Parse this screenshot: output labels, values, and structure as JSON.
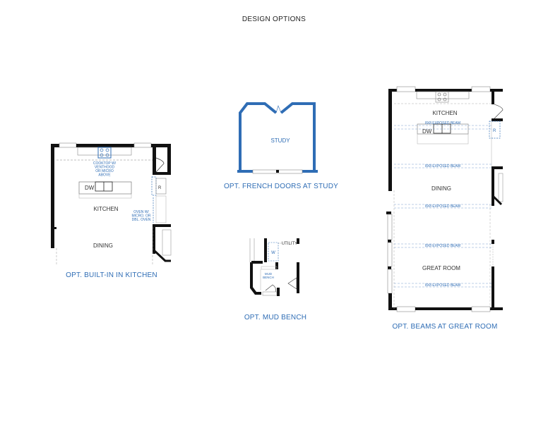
{
  "page": {
    "title": "DESIGN OPTIONS"
  },
  "options": [
    {
      "id": "built-in-kitchen",
      "caption": "OPT. BUILT-IN IN KITCHEN",
      "rooms": {
        "kitchen": "KITCHEN",
        "dining": "DINING"
      },
      "fixtures": {
        "dishwasher": "DW",
        "refrigerator": "R"
      },
      "notes": {
        "cooktop": [
          "COOKTOP W/",
          "VENTHOOD",
          "OR MICRO",
          "ABOVE"
        ],
        "oven": [
          "OVEN W/",
          "MICRO. OR",
          "DBL. OVEN"
        ]
      }
    },
    {
      "id": "french-doors-study",
      "caption": "OPT. FRENCH DOORS AT STUDY",
      "rooms": {
        "study": "STUDY"
      }
    },
    {
      "id": "mud-bench",
      "caption": "OPT. MUD BENCH",
      "rooms": {
        "utility": "UTILITY"
      },
      "fixtures": {
        "washer": "W"
      },
      "notes": {
        "mud_bench": [
          "MUD",
          "BENCH"
        ]
      }
    },
    {
      "id": "beams-great-room",
      "caption": "OPT. BEAMS AT GREAT ROOM",
      "rooms": {
        "kitchen": "KITCHEN",
        "dining": "DINING",
        "great_room": "GREAT ROOM"
      },
      "fixtures": {
        "dishwasher": "DW",
        "refrigerator": "R"
      },
      "beams": [
        "8X8 EXPOSED BEAM",
        "8X8 EXPOSED BEAM",
        "8X8 EXPOSED BEAM",
        "8X8 EXPOSED BEAM",
        "8X8 EXPOSED BEAM"
      ]
    }
  ],
  "colors": {
    "accent": "#2f6db5",
    "wall": "#111111",
    "text": "#333333"
  }
}
